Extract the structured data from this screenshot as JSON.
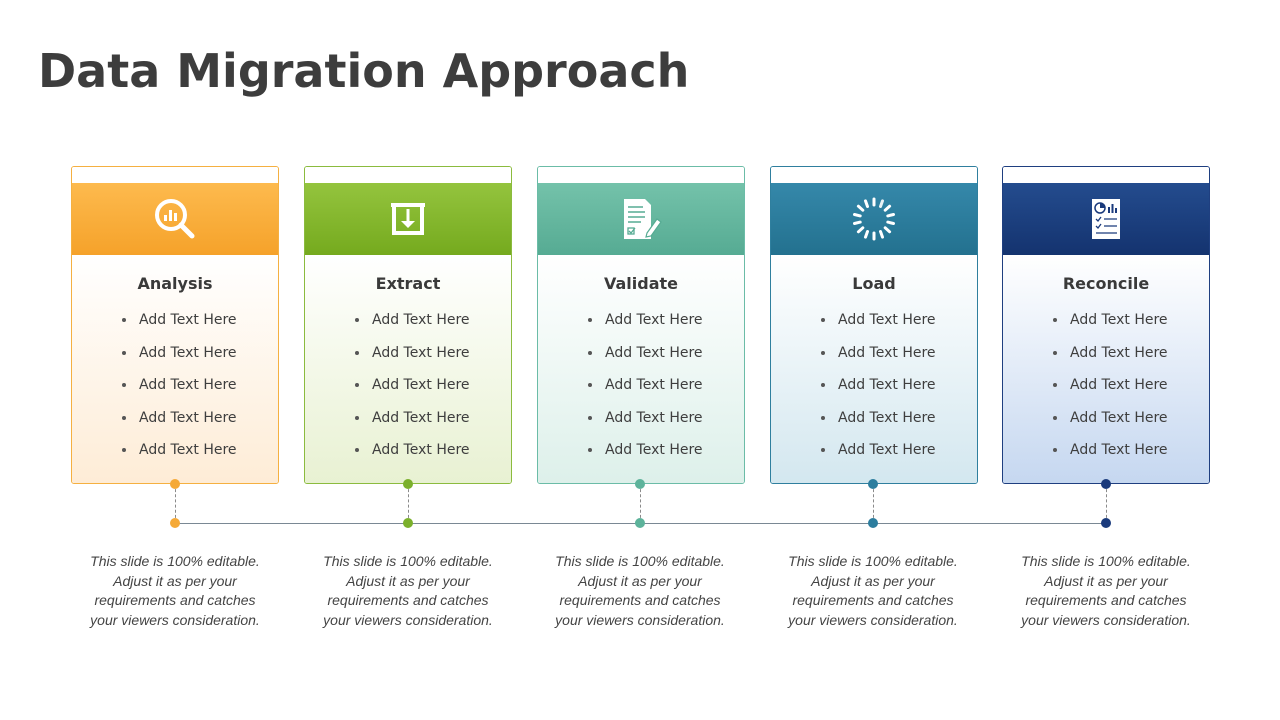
{
  "title": "Data Migration Approach",
  "steps": [
    {
      "title": "Analysis",
      "icon": "magnifier-chart-icon",
      "color": "#F5A937",
      "bullets": [
        "Add Text Here",
        "Add Text Here",
        "Add Text Here",
        "Add Text Here",
        "Add Text Here"
      ],
      "description": "This slide is 100% editable. Adjust it as per your requirements and catches your viewers consideration."
    },
    {
      "title": "Extract",
      "icon": "download-box-icon",
      "color": "#7BB02C",
      "bullets": [
        "Add Text Here",
        "Add Text Here",
        "Add Text Here",
        "Add Text Here",
        "Add Text Here"
      ],
      "description": "This slide is 100% editable. Adjust it as per your requirements and catches your viewers consideration."
    },
    {
      "title": "Validate",
      "icon": "document-pen-icon",
      "color": "#5DB39B",
      "bullets": [
        "Add Text Here",
        "Add Text Here",
        "Add Text Here",
        "Add Text Here",
        "Add Text Here"
      ],
      "description": "This slide is 100% editable. Adjust it as per your requirements and catches your viewers consideration."
    },
    {
      "title": "Load",
      "icon": "loading-spinner-icon",
      "color": "#2C7D9E",
      "bullets": [
        "Add Text Here",
        "Add Text Here",
        "Add Text Here",
        "Add Text Here",
        "Add Text Here"
      ],
      "description": "This slide is 100% editable. Adjust it as per your requirements and catches your viewers consideration."
    },
    {
      "title": "Reconcile",
      "icon": "report-checklist-icon",
      "color": "#1A3A7C",
      "bullets": [
        "Add Text Here",
        "Add Text Here",
        "Add Text Here",
        "Add Text Here",
        "Add Text Here"
      ],
      "description": "This slide is 100% editable. Adjust it as per your requirements and catches your viewers consideration."
    }
  ]
}
